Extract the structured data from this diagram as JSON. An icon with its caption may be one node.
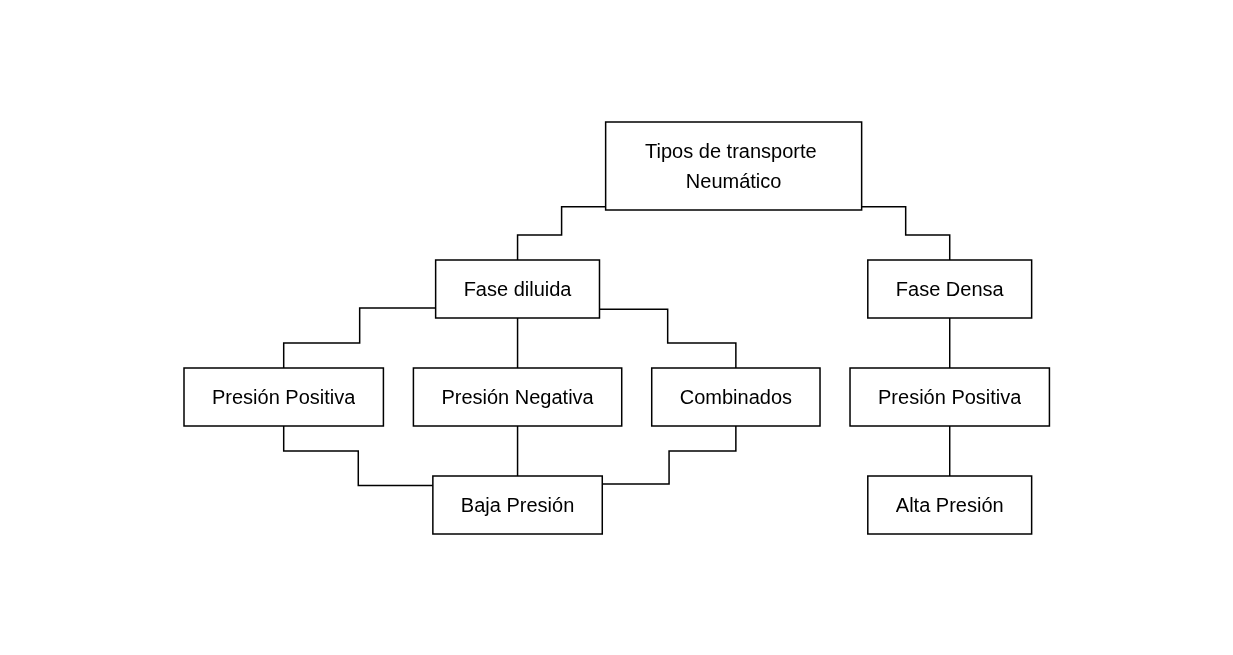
{
  "diagram": {
    "nodes": [
      {
        "text": [
          "Tipos de transporte Neumático"
        ]
      },
      {
        "text": [
          "Fase diluida"
        ]
      },
      {
        "text": [
          "Fase Densa"
        ]
      },
      {
        "text": [
          "Presión Positiva"
        ]
      },
      {
        "text": [
          "Presión Negativa"
        ]
      },
      {
        "text": [
          "Combinados"
        ]
      },
      {
        "text": [
          "Presión Positiva"
        ]
      },
      {
        "text": [
          "Baja Presión"
        ]
      },
      {
        "text": [
          "Alta Presión"
        ]
      }
    ],
    "edges": [
      {
        "from": 0,
        "to": 1,
        "arrow": "none"
      },
      {
        "from": 0,
        "to": 2,
        "arrow": "none"
      },
      {
        "from": 1,
        "to": 3,
        "arrow": "none"
      },
      {
        "from": 1,
        "to": 4,
        "arrow": "none"
      },
      {
        "from": 1,
        "to": 5,
        "arrow": "none"
      },
      {
        "from": 3,
        "to": 7,
        "arrow": "none"
      },
      {
        "from": 4,
        "to": 7,
        "arrow": "none"
      },
      {
        "from": 5,
        "to": 7,
        "arrow": "none"
      },
      {
        "from": 2,
        "to": 6,
        "arrow": "none"
      },
      {
        "from": 6,
        "to": 8,
        "arrow": "none"
      }
    ]
  }
}
